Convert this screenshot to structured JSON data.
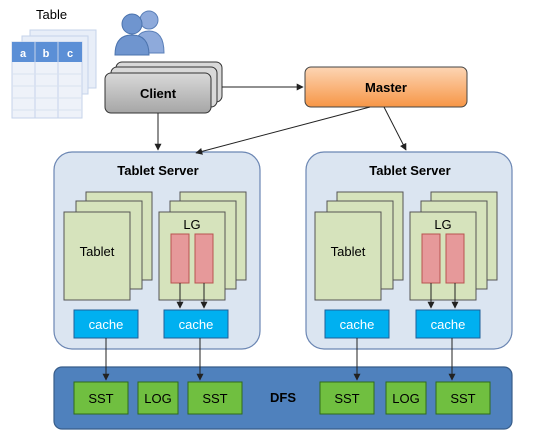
{
  "table": {
    "title": "Table",
    "columns": [
      "a",
      "b",
      "c"
    ]
  },
  "client": {
    "label": "Client"
  },
  "master": {
    "label": "Master"
  },
  "tablet_servers": [
    {
      "title": "Tablet Server",
      "tablet_label": "Tablet",
      "lg_label": "LG",
      "cache_labels": [
        "cache",
        "cache"
      ]
    },
    {
      "title": "Tablet Server",
      "tablet_label": "Tablet",
      "lg_label": "LG",
      "cache_labels": [
        "cache",
        "cache"
      ]
    }
  ],
  "dfs": {
    "label": "DFS",
    "blocks": [
      "SST",
      "LOG",
      "SST",
      "SST",
      "LOG",
      "SST"
    ]
  },
  "colors": {
    "client_fill": "#c0c0c0",
    "master_fill": "#f9c08f",
    "server_fill": "#dbe5f1",
    "tablet_fill": "#d6e3bc",
    "memtable_fill": "#e6999a",
    "cache_fill": "#00b0f0",
    "dfs_fill": "#4f81bd",
    "dfs_block_fill": "#70bf40"
  }
}
